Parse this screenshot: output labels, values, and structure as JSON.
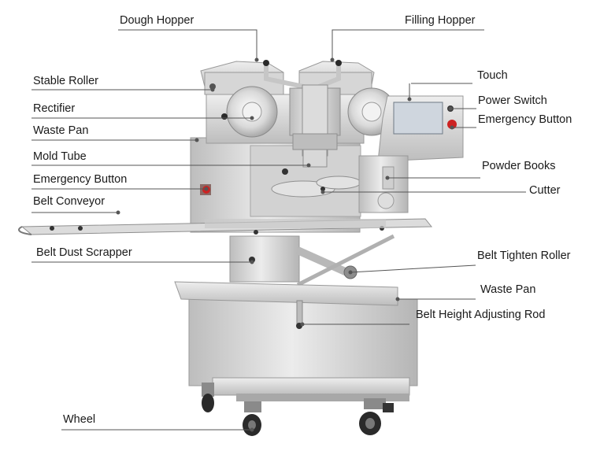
{
  "labels": {
    "dough_hopper": "Dough Hopper",
    "filling_hopper": "Filling Hopper",
    "stable_roller": "Stable Roller",
    "touch": "Touch",
    "rectifier": "Rectifier",
    "power_switch": "Power Switch",
    "waste_pan_top": "Waste Pan",
    "emergency_button_right": "Emergency Button",
    "mold_tube": "Mold Tube",
    "powder_books": "Powder Books",
    "emergency_button_left": "Emergency Button",
    "cutter": "Cutter",
    "belt_conveyor": "Belt Conveyor",
    "belt_dust_scrapper": "Belt Dust Scrapper",
    "belt_tighten_roller": "Belt Tighten Roller",
    "waste_pan_bottom": "Waste Pan",
    "belt_height_adjusting_rod": "Belt Height Adjusting Rod",
    "wheel": "Wheel"
  },
  "colors": {
    "steel_light": "#e4e4e4",
    "steel_mid": "#c4c4c4",
    "steel_dark": "#8e8e8e",
    "screen": "#cfd6de",
    "emergency_red": "#cc2222",
    "leader_line": "#555555"
  }
}
